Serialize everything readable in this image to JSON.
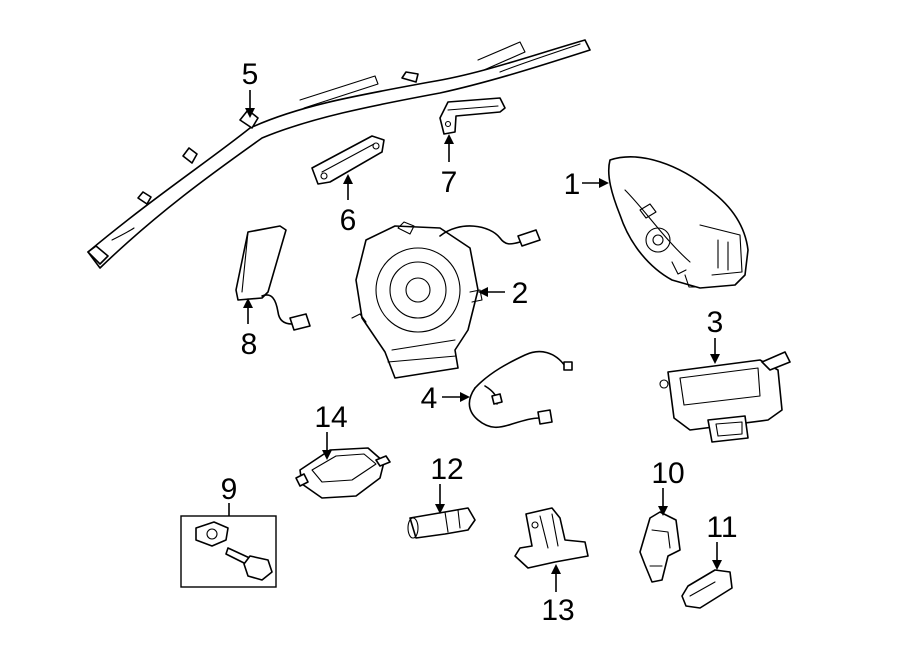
{
  "diagram": {
    "background_color": "#ffffff",
    "line_color": "#000000",
    "callouts": [
      {
        "id": "1",
        "label": "1"
      },
      {
        "id": "2",
        "label": "2"
      },
      {
        "id": "3",
        "label": "3"
      },
      {
        "id": "4",
        "label": "4"
      },
      {
        "id": "5",
        "label": "5"
      },
      {
        "id": "6",
        "label": "6"
      },
      {
        "id": "7",
        "label": "7"
      },
      {
        "id": "8",
        "label": "8"
      },
      {
        "id": "9",
        "label": "9"
      },
      {
        "id": "10",
        "label": "10"
      },
      {
        "id": "11",
        "label": "11"
      },
      {
        "id": "12",
        "label": "12"
      },
      {
        "id": "13",
        "label": "13"
      },
      {
        "id": "14",
        "label": "14"
      }
    ]
  }
}
